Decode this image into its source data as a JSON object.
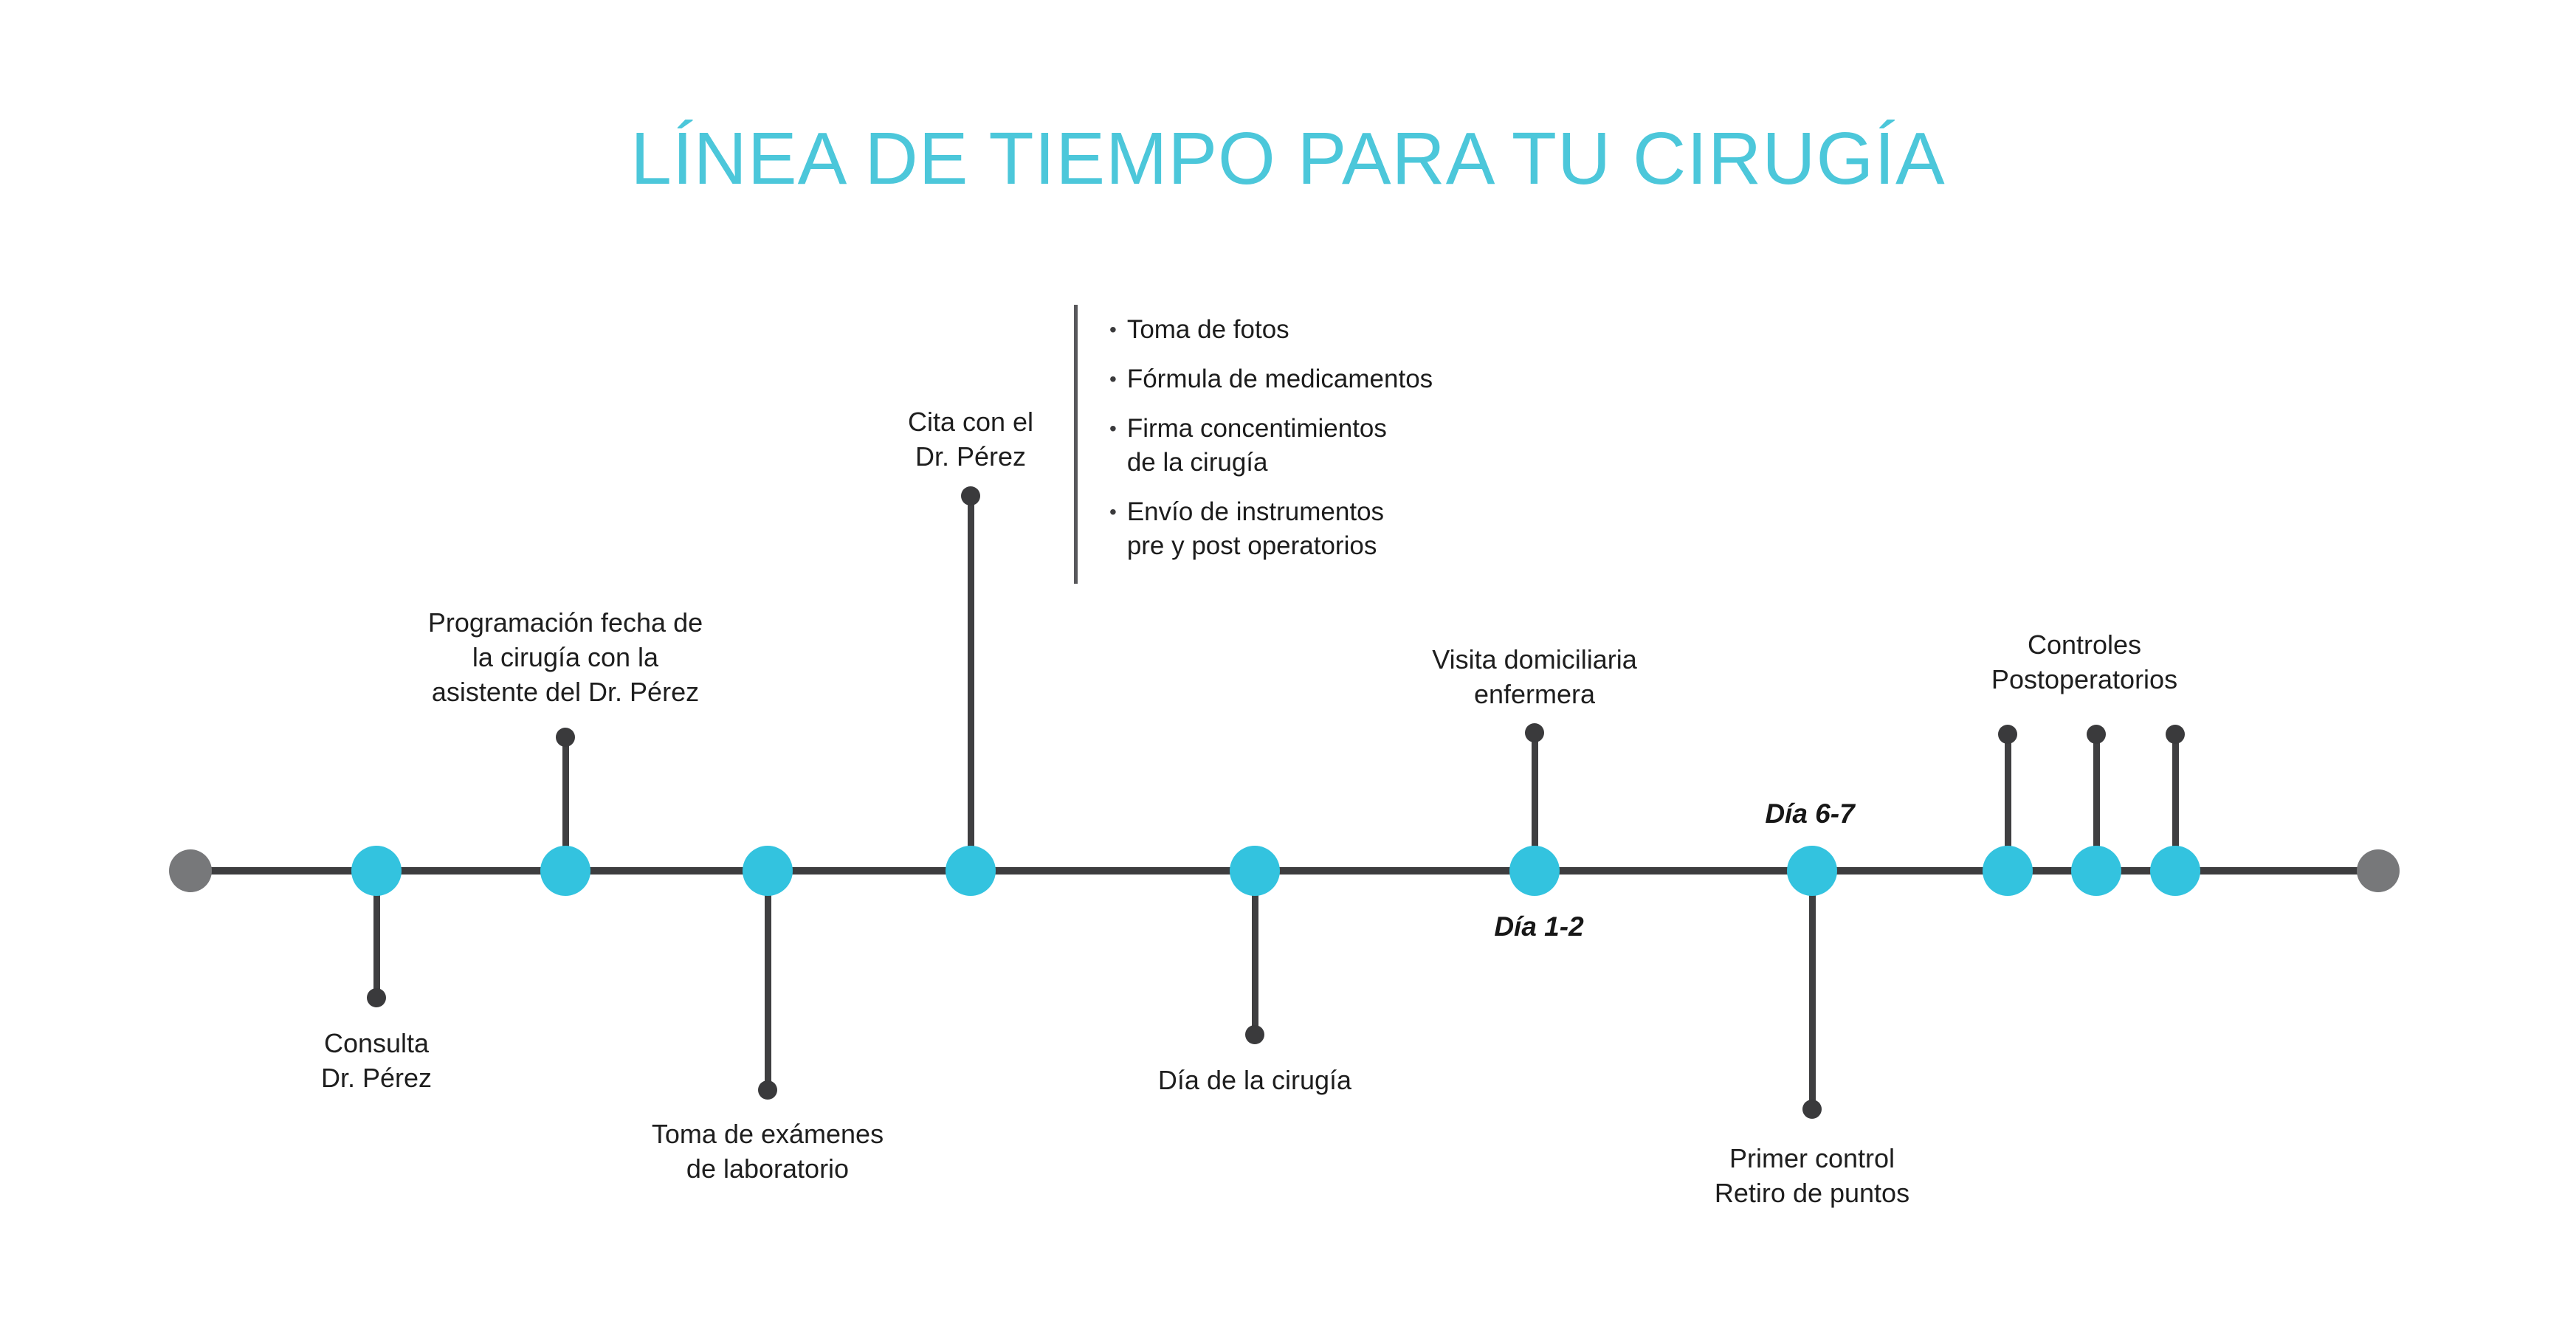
{
  "title": "LÍNEA DE TIEMPO PARA TU CIRUGÍA",
  "bullet_char": "•",
  "colors": {
    "title_cyan": "#4cc7da",
    "node_cyan": "#33c3df",
    "line_dark": "#3d3d3f",
    "endpoint_gray": "#77787a",
    "text_dark": "#1e1e1e"
  },
  "timeline": {
    "milestones": [
      {
        "id": "consulta",
        "label": "Consulta\nDr. Pérez",
        "side": "below"
      },
      {
        "id": "programacion",
        "label": "Programación fecha de\nla cirugía con la\nasistente del Dr. Pérez",
        "side": "above"
      },
      {
        "id": "examenes",
        "label": "Toma de exámenes\nde laboratorio",
        "side": "below"
      },
      {
        "id": "cita",
        "label": "Cita con el\nDr. Pérez",
        "side": "above"
      },
      {
        "id": "dia-cirugia",
        "label": "Día de la cirugía",
        "side": "below"
      },
      {
        "id": "visita",
        "label": "Visita domiciliaria\nenfermera",
        "side": "above",
        "day_label": "Día 1-2"
      },
      {
        "id": "primer-control",
        "label": "Primer control\nRetiro de puntos",
        "side": "below",
        "day_label": "Día 6-7"
      },
      {
        "id": "controles",
        "label": "Controles\nPostoperatorios",
        "side": "above",
        "dots": 3
      }
    ],
    "cita_details": [
      "Toma de fotos",
      "Fórmula de medicamentos",
      "Firma concentimientos\nde la cirugía",
      "Envío de instrumentos\npre y post operatorios"
    ]
  }
}
